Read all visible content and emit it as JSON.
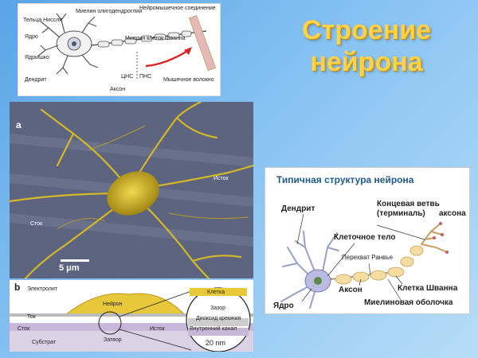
{
  "title": {
    "line1": "Строение",
    "line2": "нейрона"
  },
  "top_diagram": {
    "labels": {
      "nissl": "Тельца Ниссля",
      "nucleus": "Ядро",
      "nucleolus": "Ядрышко",
      "dendrite": "Дендрит",
      "axon": "Аксон",
      "oligodendroglia_myelin": "Миелин олигодендроглии",
      "schwann_myelin": "Миелин клеток Шванна",
      "neuromuscular": "Нейромышечное соединение",
      "muscle_fiber": "Мышечное волокно",
      "cns": "ЦНС",
      "pns": "ПНС"
    }
  },
  "micrograph": {
    "label_a": "a",
    "label_istok": "Исток",
    "label_stok": "Сток",
    "scale": "5 μm"
  },
  "transistor": {
    "label_b": "b",
    "electrolyte": "Электролит",
    "neuron": "Нейрон",
    "cell": "Клетка",
    "current": "Ток",
    "drain": "Сток",
    "source": "Исток",
    "substrate": "Субстрат",
    "gate": "Затвор",
    "gap": "Зазор",
    "silicon_dioxide": "Диоксид кремния",
    "inner_channel": "Внутренний канал",
    "scale": "20 nm"
  },
  "typical_structure": {
    "title": "Типичная структура нейрона",
    "dendrite": "Дендрит",
    "terminal": "Концевая ветвь\n(терминаль)",
    "axon_top": "аксона",
    "cell_body": "Клеточное тело",
    "interception": "Перехват  Ранвье",
    "nucleus": "Ядро",
    "axon": "Аксон",
    "schwann": "Клетка Шванна",
    "myelin": "Миелиновая оболочка"
  },
  "colors": {
    "title": "#ffd24a",
    "background": "#6fb2ec",
    "neuron_gold": "#c8a818",
    "sem_bg": "#5f6780"
  }
}
